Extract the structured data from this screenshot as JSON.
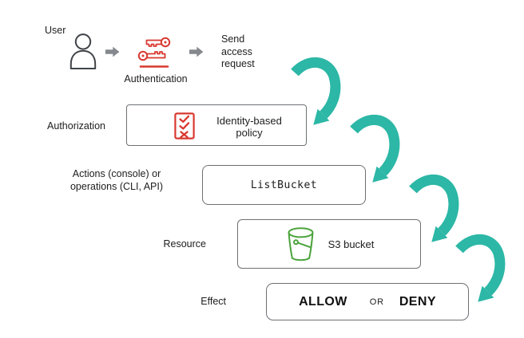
{
  "colors": {
    "teal_arrow": "#2cb7a6",
    "security_red": "#d8382f",
    "s3_green": "#4ba43c",
    "neutral_arrow_gray": "#85898e",
    "person_outline": "#3f4347",
    "box_border": "#6d7074",
    "text_dark": "#1d1d1d"
  },
  "top_row": {
    "user_label": "User",
    "authentication_label": "Authentication",
    "send_access_request": "Send access request"
  },
  "rows": {
    "authorization": {
      "label": "Authorization",
      "box_text": "Identity-based policy"
    },
    "actions": {
      "label": "Actions (console) or operations (CLI, API)",
      "box_text": "ListBucket"
    },
    "resource": {
      "label": "Resource",
      "box_text": "S3 bucket"
    },
    "effect": {
      "label": "Effect",
      "allow": "ALLOW",
      "or": "OR",
      "deny": "DENY"
    }
  },
  "icons": {
    "user": "user-icon",
    "authentication": "authentication-keys-icon",
    "connector": "right-arrow-icon",
    "flow": "flow-curved-arrow-icon",
    "policy": "policy-checklist-icon",
    "resource": "s3-bucket-icon"
  }
}
